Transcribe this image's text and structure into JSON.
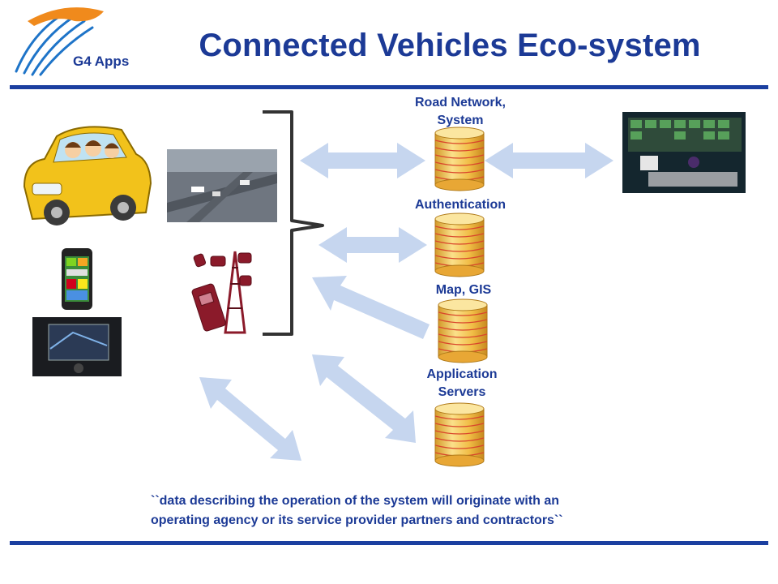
{
  "header": {
    "title": "Connected Vehicles Eco-system",
    "brand": "G4 Apps",
    "accent_color": "#1c3a96"
  },
  "diagram": {
    "servers": [
      {
        "label_line1": "Road Network,",
        "label_line2": "System"
      },
      {
        "label_line1": "Authentication",
        "label_line2": ""
      },
      {
        "label_line1": "Map, GIS",
        "label_line2": ""
      },
      {
        "label_line1": "Application",
        "label_line2": "Servers"
      }
    ],
    "icons": [
      "logo-icon",
      "car-icon",
      "smartphone-icon",
      "dashboard-nav-icon",
      "traffic-camera-icon",
      "cell-tower-icon",
      "database-icon",
      "control-room-icon",
      "bracket-icon"
    ],
    "arrow_color": "#c5d5ee"
  },
  "footer": {
    "note_line1": "``data describing the operation of the system will originate with an",
    "note_line2": "operating agency or its service provider partners and contractors``"
  }
}
